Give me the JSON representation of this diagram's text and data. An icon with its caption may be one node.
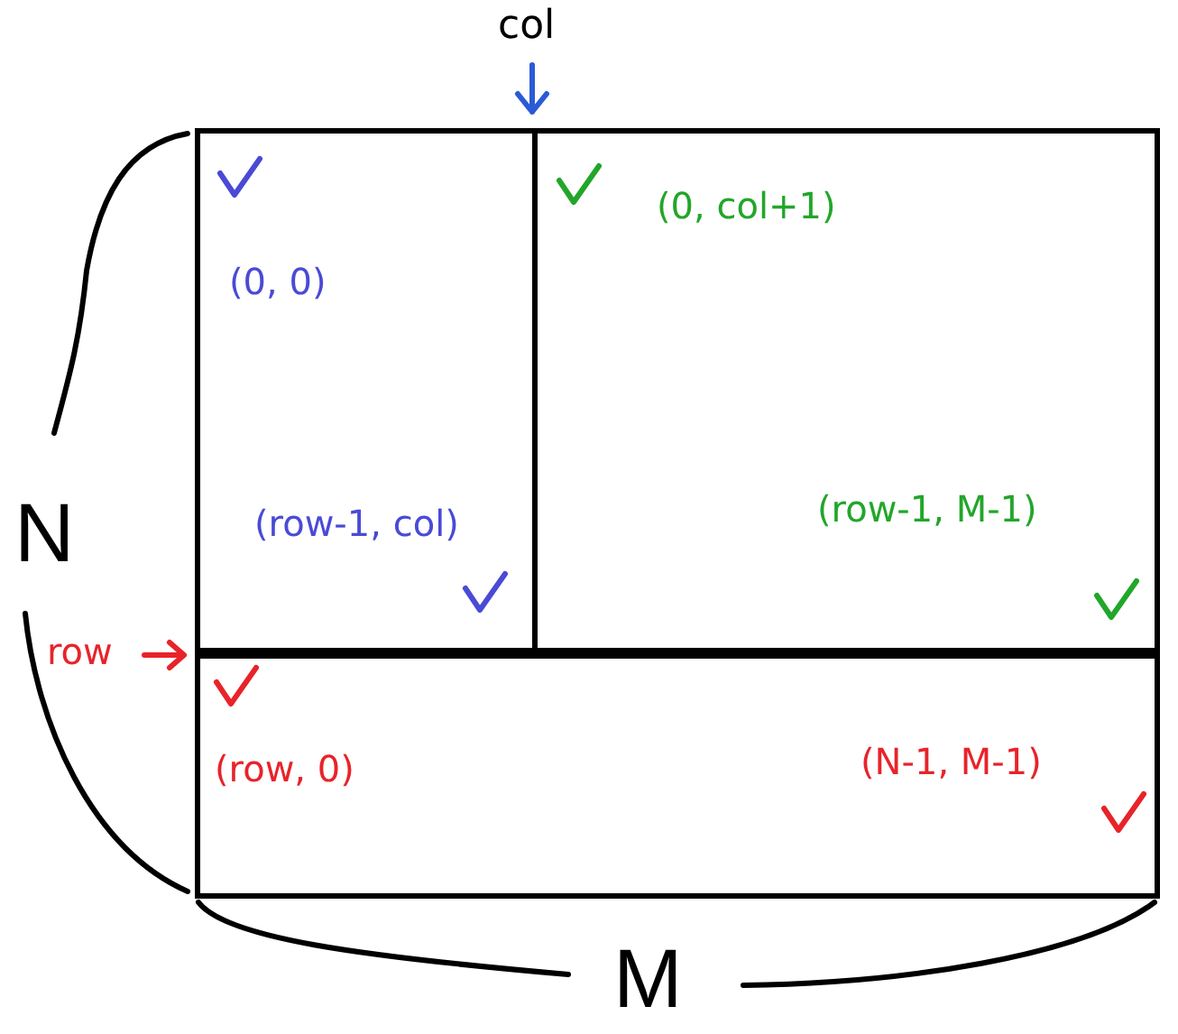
{
  "diagram": {
    "nodes": [
      {
        "text": [
          "(0, 0)",
          "(row-1, col)"
        ]
      },
      {
        "text": [
          "(0, col+1)",
          "(row-1, M-1)"
        ]
      },
      {
        "text": [
          "(row, 0)",
          "(N-1, M-1)"
        ]
      }
    ],
    "labels": [
      "col",
      "N",
      "row",
      "M"
    ]
  }
}
